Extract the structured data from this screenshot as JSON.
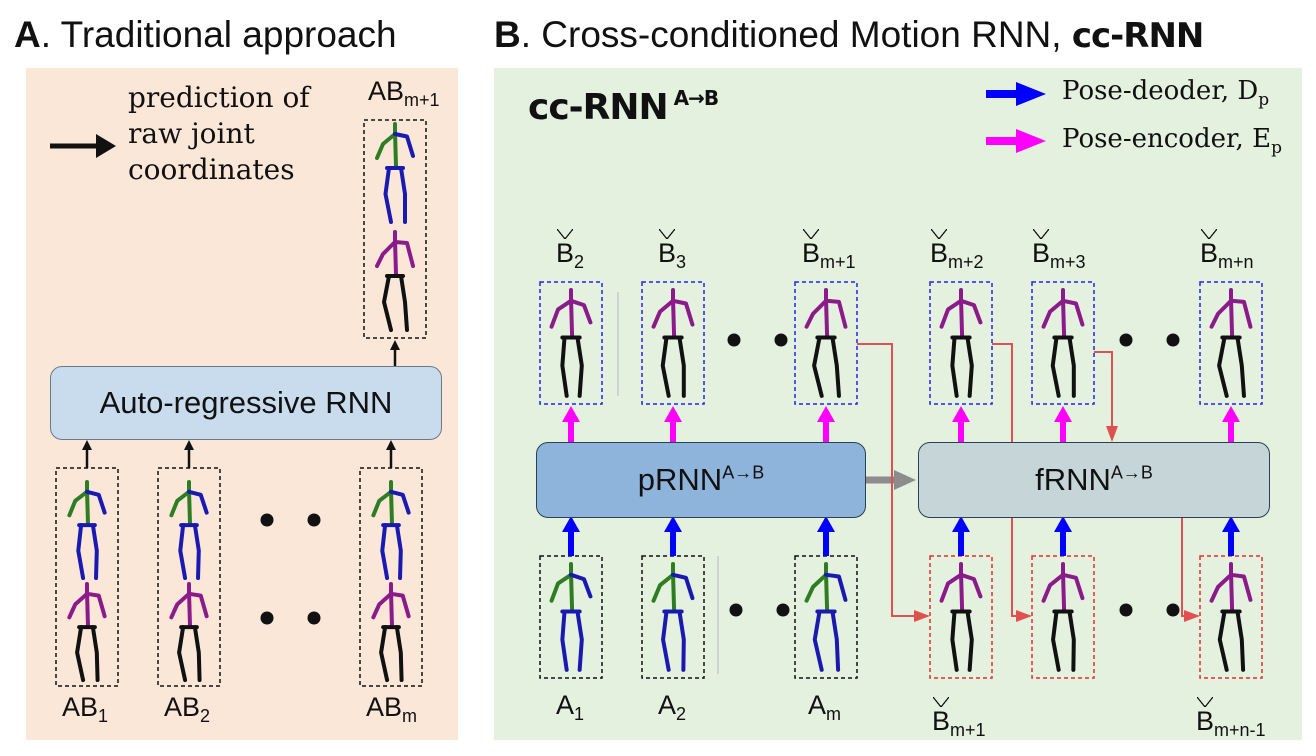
{
  "titleA": {
    "letter": "A",
    "text": ". Traditional approach"
  },
  "titleB": {
    "letter": "B",
    "text": ". Cross-conditioned Motion RNN, ",
    "code": "cc-RNN"
  },
  "panelA": {
    "note": [
      "prediction of",
      "raw joint",
      "coordinates"
    ],
    "rnn_label": "Auto-regressive RNN",
    "top_label": {
      "base": "AB",
      "sub": "m+1"
    },
    "bottom_labels": [
      {
        "base": "AB",
        "sub": "1"
      },
      {
        "base": "AB",
        "sub": "2"
      },
      {
        "base": "AB",
        "sub": "m"
      }
    ]
  },
  "panelB": {
    "heading": {
      "base": "cc-RNN",
      "sup": "A→B"
    },
    "legend": [
      {
        "base": "Pose-deoder, D",
        "sub": "p",
        "color": "#0000ff"
      },
      {
        "base": "Pose-encoder, E",
        "sub": "p",
        "color": "#ff00ff"
      }
    ],
    "prnn": {
      "base": "pRNN",
      "sup": "A→B"
    },
    "frnn": {
      "base": "fRNN",
      "sup": "A→B"
    },
    "top_labels": [
      {
        "base": "B",
        "sub": "2"
      },
      {
        "base": "B",
        "sub": "3"
      },
      {
        "base": "B",
        "sub": "m+1"
      },
      {
        "base": "B",
        "sub": "m+2"
      },
      {
        "base": "B",
        "sub": "m+3"
      },
      {
        "base": "B",
        "sub": "m+n"
      }
    ],
    "bottom_labels": [
      {
        "base": "A",
        "sub": "1"
      },
      {
        "base": "A",
        "sub": "2"
      },
      {
        "base": "A",
        "sub": "m"
      }
    ],
    "bottom_future_labels": [
      {
        "base": "B",
        "sub": "m+1"
      },
      {
        "base": "B",
        "sub": "m+n-1"
      }
    ]
  },
  "colors": {
    "panel_a_bg": "#fbe7d8",
    "panel_b_bg": "#e4f1de",
    "rnn_box": "#c9dced",
    "prnn_box": "#8fb4dc",
    "frnn_box": "#c6d6d8",
    "decoder_arrow": "#0000ff",
    "encoder_arrow": "#ff00ff",
    "feedback_line": "#e05050",
    "skeleton_green": "#2e7d23",
    "skeleton_blue": "#1a1ab0",
    "skeleton_purple": "#8b1a8b",
    "skeleton_black": "#111111"
  }
}
